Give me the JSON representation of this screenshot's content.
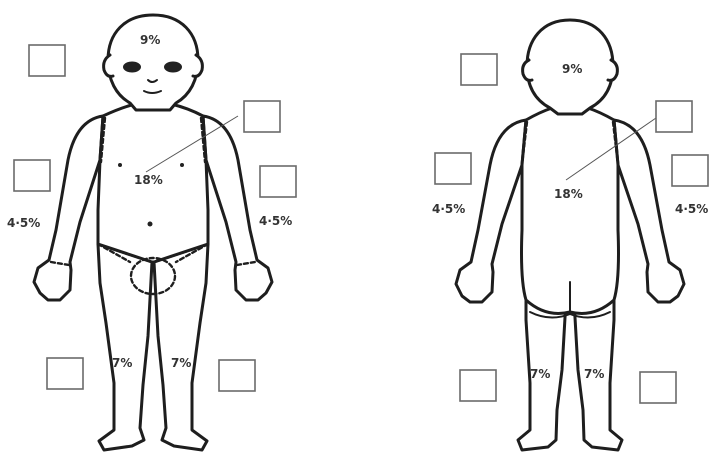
{
  "front": {
    "head": "9%",
    "trunk": "18%",
    "left_arm": "4·5%",
    "right_arm": "4·5%",
    "left_leg": "7%",
    "right_leg": "7%"
  },
  "back": {
    "head": "9%",
    "trunk": "18%",
    "left_arm": "4·5%",
    "right_arm": "4·5%",
    "left_leg": "7%",
    "right_leg": "7%"
  },
  "colors": {
    "outline": "#1e1e1e",
    "box_border": "#6a6a6a",
    "label_text": "#333333"
  }
}
